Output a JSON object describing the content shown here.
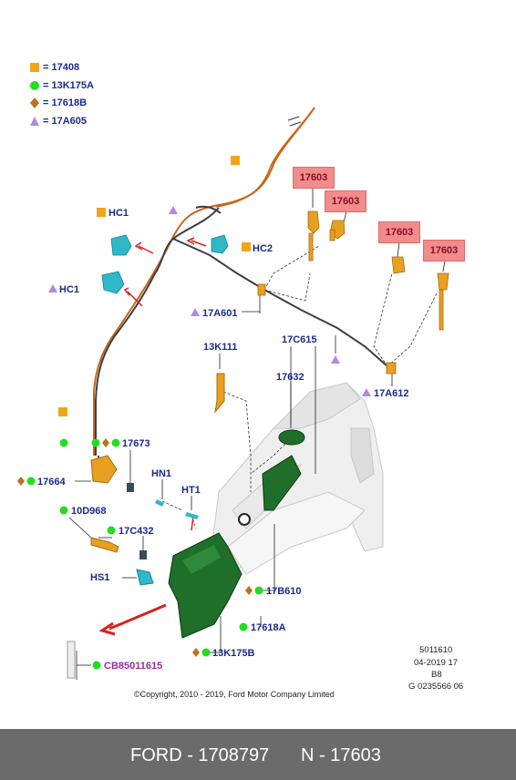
{
  "legend": [
    {
      "symbol": "square-orange",
      "label": "= 17408",
      "color": "#f2a51a"
    },
    {
      "symbol": "circle-green",
      "label": "= 13K175A",
      "color": "#22dd22"
    },
    {
      "symbol": "diamond-brown",
      "label": "= 17618B",
      "color": "#c07020"
    },
    {
      "symbol": "triangle-purple",
      "label": "= 17A605",
      "color": "#b288e0"
    }
  ],
  "callouts": {
    "hc1_top": "HC1",
    "hc2": "HC2",
    "hc1_mid": "HC1",
    "p17a601": "17A601",
    "p13k111": "13K111",
    "p17c615": "17C615",
    "p17632": "17632",
    "p17a612": "17A612",
    "p17673": "17673",
    "p17664": "17664",
    "hn1": "HN1",
    "ht1": "HT1",
    "p10d968": "10D968",
    "p17c432": "17C432",
    "hs1": "HS1",
    "p17b610": "17B610",
    "p17618a": "17618A",
    "p13k175b": "13K175B",
    "cb85011615": "CB85011615"
  },
  "highlighted_parts": [
    "17603",
    "17603",
    "17603",
    "17603"
  ],
  "drawing_info": {
    "line1": "5011610",
    "line2": "04-2019 17",
    "line3": "B8",
    "line4": "G 0235566 06"
  },
  "copyright": "©Copyright, 2010 - 2019, Ford Motor Company Limited",
  "footer": {
    "left": "FORD - 1708797",
    "right": "N - 17603"
  },
  "colors": {
    "label_blue": "#1a2a8c",
    "highlight_red": "#f08c8c",
    "reservoir_green": "#1f6e2a",
    "nozzle_orange": "#e8a020",
    "footer_gray": "#6b6b6b"
  }
}
